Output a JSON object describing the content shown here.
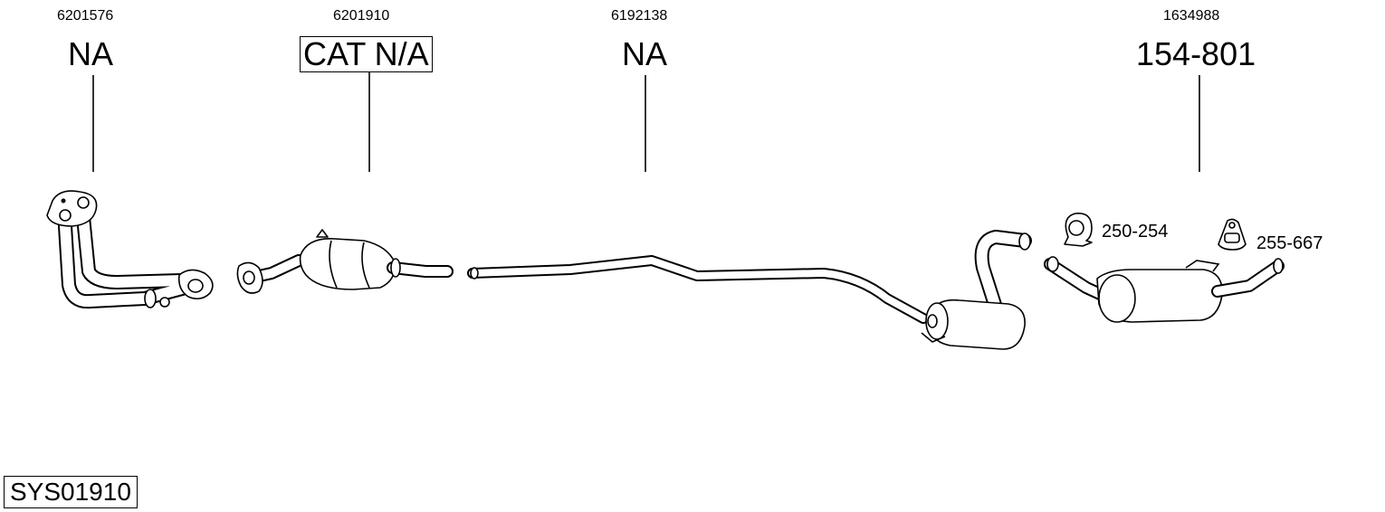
{
  "parts": [
    {
      "oem": "6201576",
      "ref": "NA"
    },
    {
      "oem": "6201910",
      "ref": "CAT N/A"
    },
    {
      "oem": "6192138",
      "ref": "NA"
    },
    {
      "oem": "1634988",
      "ref": "154-801"
    }
  ],
  "accessories": [
    {
      "ref": "250-254"
    },
    {
      "ref": "255-667"
    }
  ],
  "system_code": "SYS01910"
}
